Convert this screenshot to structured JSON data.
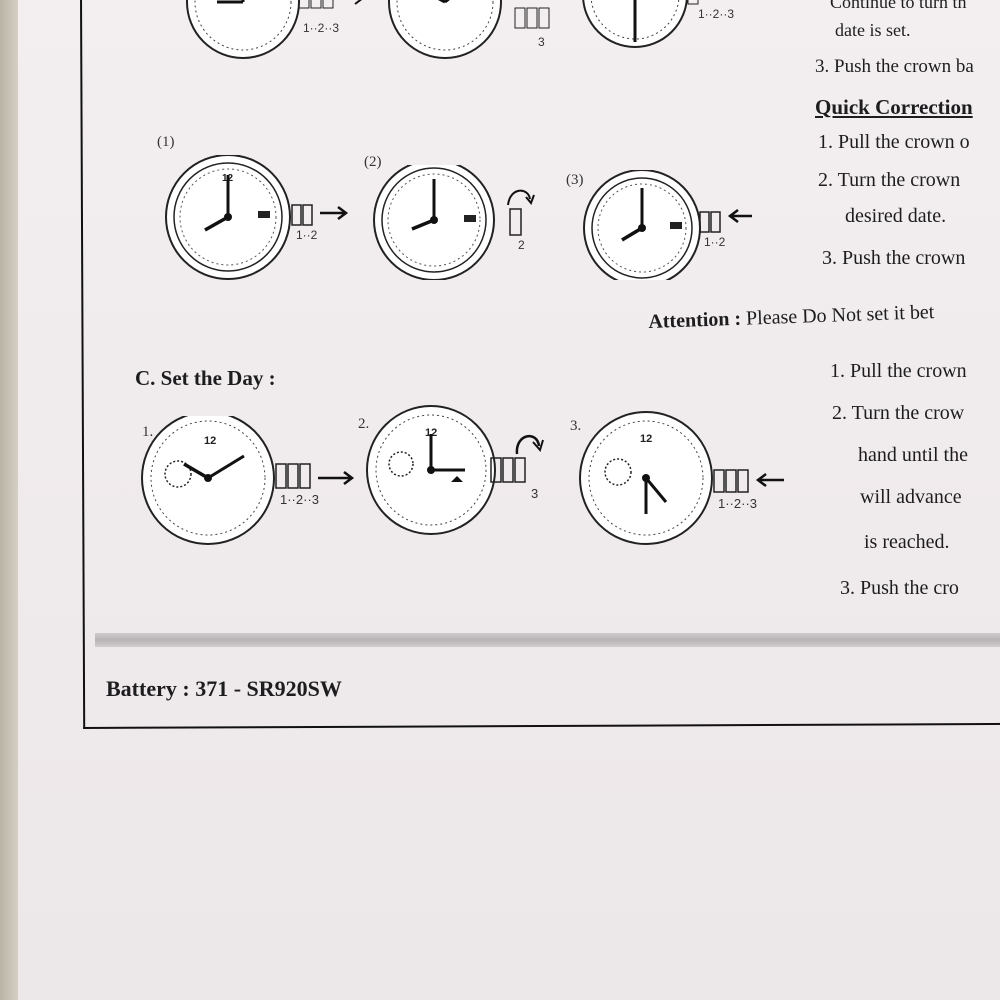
{
  "right_column": {
    "line_top_partial": "Continue to turn th",
    "date_is_set": "date is set.",
    "step3_push": "3. Push the crown ba",
    "quick_correction_heading": "Quick Correction",
    "qc_step1": "1. Pull the crown o",
    "qc_step2": "2. Turn the crown",
    "qc_step2_cont": "desired date.",
    "qc_step3": "3. Push the crown"
  },
  "attention": {
    "label": "Attention :",
    "text": "Please Do Not set it bet"
  },
  "section_c": {
    "title": "C.  Set the Day :",
    "step1": "1. Pull the crown",
    "step2": "2. Turn the crow",
    "step2_line2": "hand until the",
    "step2_line3": "will advance",
    "step2_line4": "is reached.",
    "step3": "3. Push the cro"
  },
  "battery": {
    "label": "Battery :",
    "value": "371 - SR920SW"
  },
  "diagram_labels": {
    "row_b_1": "(1)",
    "row_b_2": "(2)",
    "row_b_3": "(3)",
    "row_c_1": "1.",
    "row_c_2": "2.",
    "row_c_3": "3.",
    "crown_pos_123": "1··2··3",
    "crown_pos_12": "1··2",
    "crown_pos_2": "2",
    "crown_pos_3": "3",
    "dial_12": "12"
  },
  "colors": {
    "paper": "#efeaec",
    "ink": "#1d1d1f",
    "shade_bar": "#b8b3b5"
  }
}
